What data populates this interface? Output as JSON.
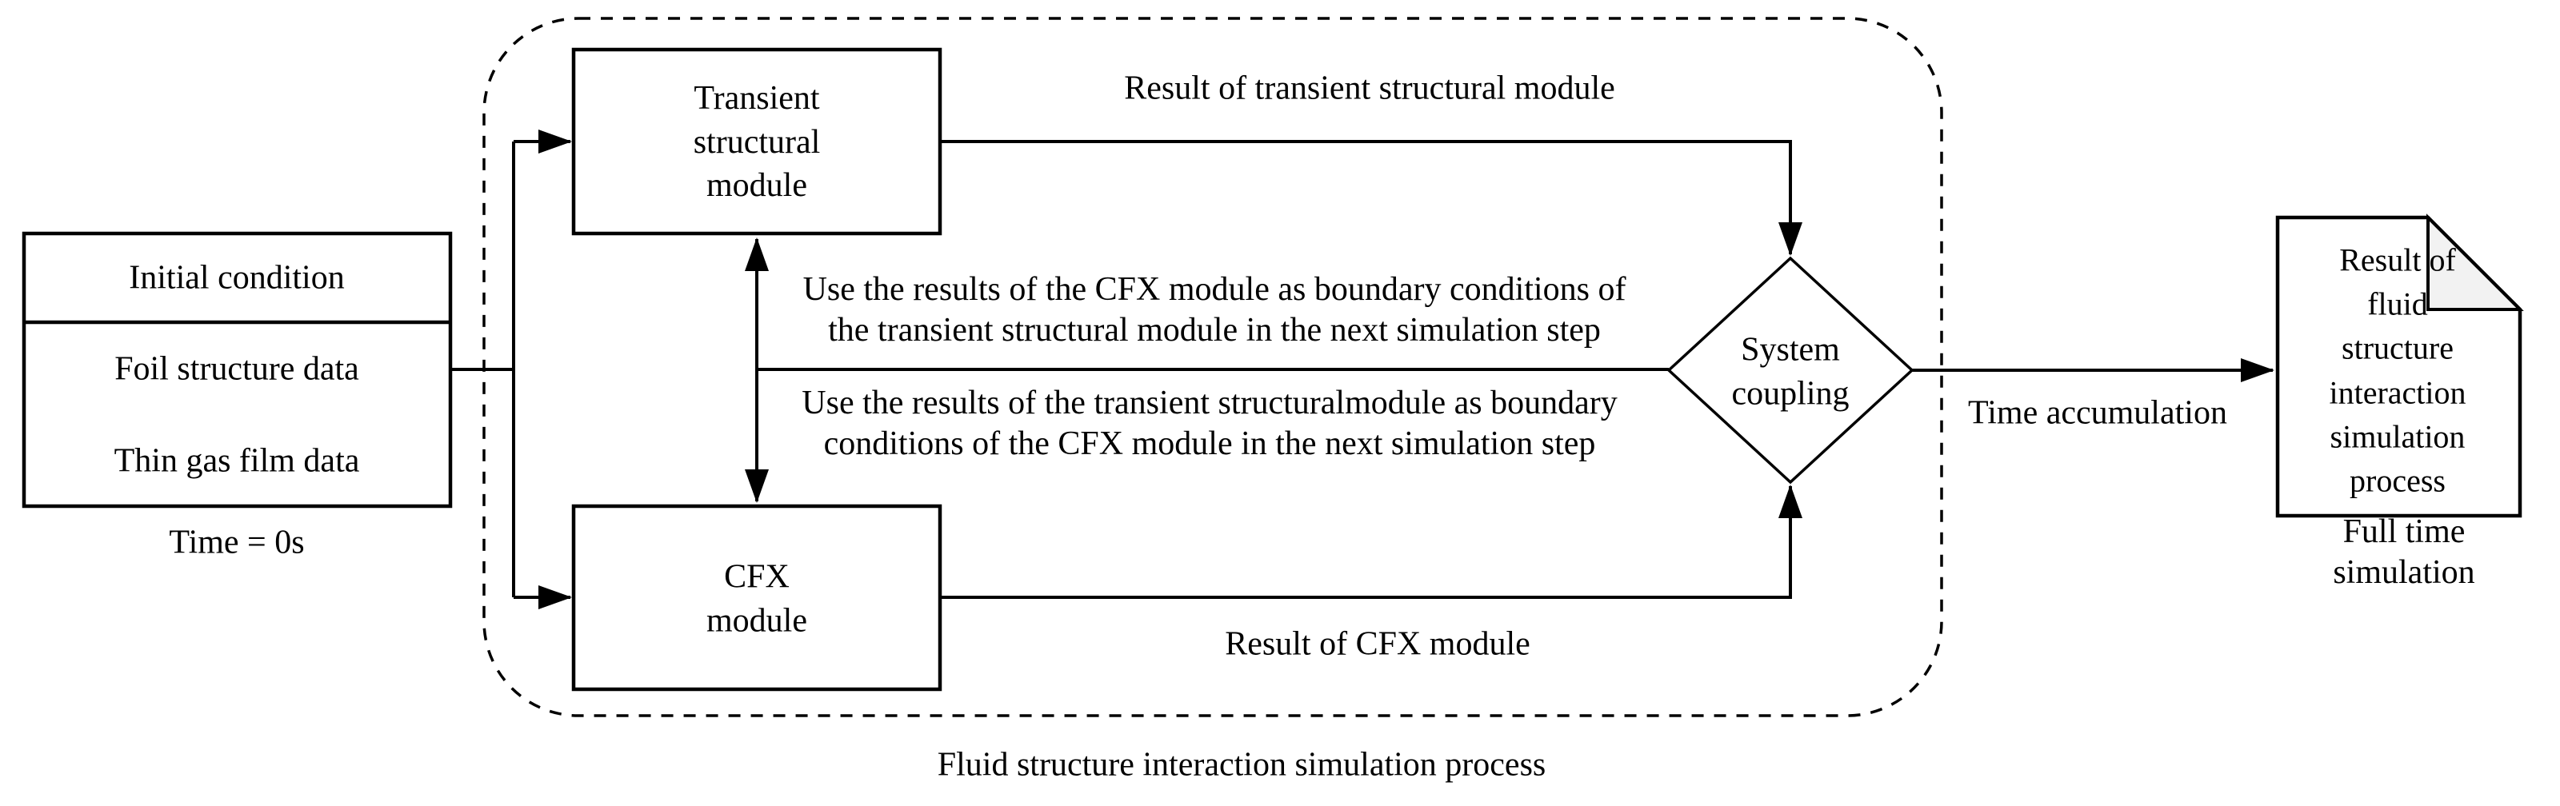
{
  "colors": {
    "ink": "#000000",
    "paper": "#ffffff",
    "fold_fill": "#f2f2f2"
  },
  "nodes": {
    "initial": {
      "header": "Initial condition",
      "item1": "Foil structure data",
      "item2": "Thin gas film data",
      "caption": "Time = 0s"
    },
    "transient": {
      "label": "Transient\nstructural\nmodule"
    },
    "cfx": {
      "label": "CFX\nmodule"
    },
    "coupling": {
      "label": "System\ncoupling"
    },
    "result_doc": {
      "label": "Result of\nfluid structure\ninteraction\nsimulation\nprocess",
      "caption": "Full time simulation"
    }
  },
  "edges": {
    "result_transient": "Result of transient structural module",
    "result_cfx": "Result of CFX module",
    "cfx_to_structural": "Use the results of the CFX module as boundary conditions of\nthe transient structural module in the next simulation step",
    "structural_to_cfx": "Use the results of the transient structuralmodule as boundary\nconditions of the CFX module in the next simulation step",
    "time_accumulation": "Time accumulation"
  },
  "captions": {
    "process": "Fluid structure interaction simulation process"
  }
}
